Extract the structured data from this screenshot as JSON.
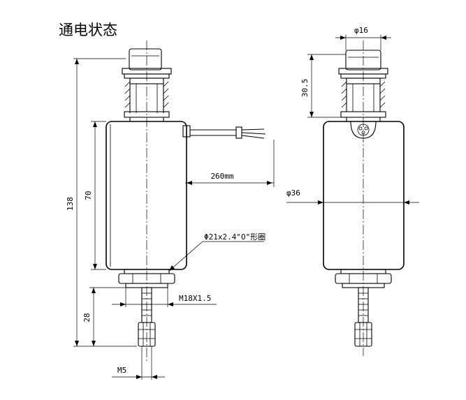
{
  "title": "通电状态",
  "dimensions": {
    "top_diameter": "φ16",
    "top_height": "30.5",
    "body_diameter": "φ36",
    "overall_length": "138",
    "body_length": "70",
    "cable_length": "260mm",
    "oring": "Φ21x2.4\"O\"形圈",
    "thread": "M18X1.5",
    "shaft_length": "28",
    "end_thread": "M5"
  }
}
